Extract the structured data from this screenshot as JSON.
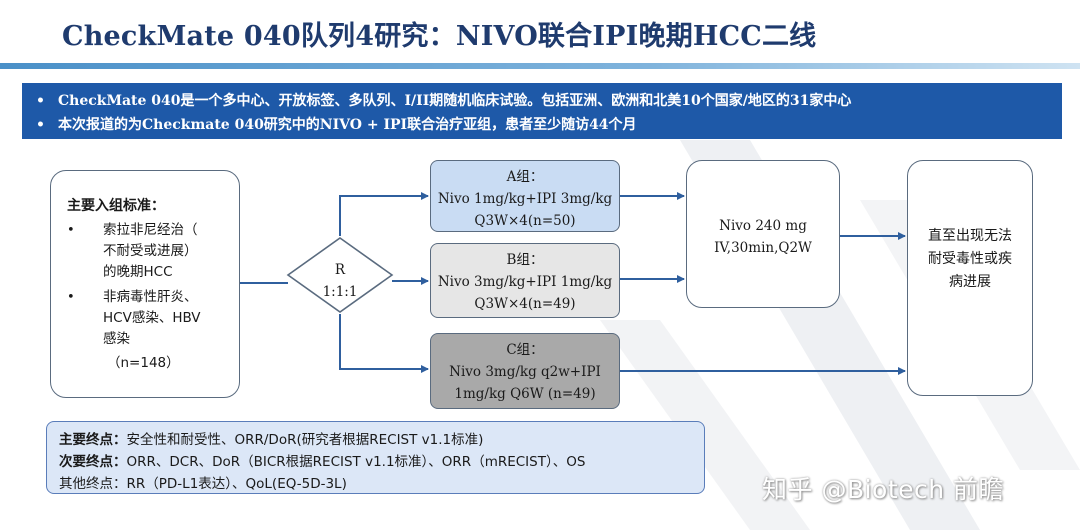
{
  "title": "CheckMate 040队列4研究：NIVO联合IPI晚期HCC二线",
  "banner": {
    "lines": [
      "CheckMate 040是一个多中心、开放标签、多队列、I/II期随机临床试验。包括亚洲、欧洲和北美10个国家/地区的31家中心",
      "本次报道的为Checkmate 040研究中的NIVO + IPI联合治疗亚组，患者至少随访44个月"
    ]
  },
  "criteria": {
    "title": "主要入组标准：",
    "item1": [
      "索拉非尼经治（",
      "不耐受或进展）",
      "的晚期HCC"
    ],
    "item2": [
      "非病毒性肝炎、",
      "HCV感染、HBV",
      "感染"
    ],
    "n": "（n=148）"
  },
  "randomize": {
    "line1": "R",
    "line2": "1:1:1"
  },
  "groups": [
    {
      "name": "A组：",
      "line1": "Nivo 1mg/kg+IPI 3mg/kg",
      "line2": "Q3W×4(n=50)",
      "fill": "#c9dcf3"
    },
    {
      "name": "B组：",
      "line1": "Nivo 3mg/kg+IPI 1mg/kg",
      "line2": "Q3W×4(n=49)",
      "fill": "#e6e6e6"
    },
    {
      "name": "C组：",
      "line1": "Nivo 3mg/kg q2w+IPI",
      "line2": "1mg/kg Q6W (n=49)",
      "fill": "#a9a9a9"
    }
  ],
  "mono": {
    "line1": "Nivo 240 mg",
    "line2": "IV,30min,Q2W"
  },
  "until": {
    "line1": "直至出现无法",
    "line2": "耐受毒性或疾",
    "line3": "病进展"
  },
  "endpoints": {
    "primary_label": "主要终点：",
    "primary_text": "安全性和耐受性、ORR/DoR(研究者根据RECIST v1.1标准)",
    "secondary_label": "次要终点：",
    "secondary_text": "ORR、DCR、DoR（BICR根据RECIST v1.1标准）、ORR（mRECIST）、OS",
    "other_label": "其他终点：",
    "other_text": "RR（PD-L1表达）、QoL(EQ-5D-3L)"
  },
  "watermark": "知乎 @Biotech 前瞻",
  "colors": {
    "title": "#1f3b6e",
    "banner": "#1e59a8",
    "arrow": "#2f5f9e",
    "endpoints_fill": "#dce7f7"
  }
}
